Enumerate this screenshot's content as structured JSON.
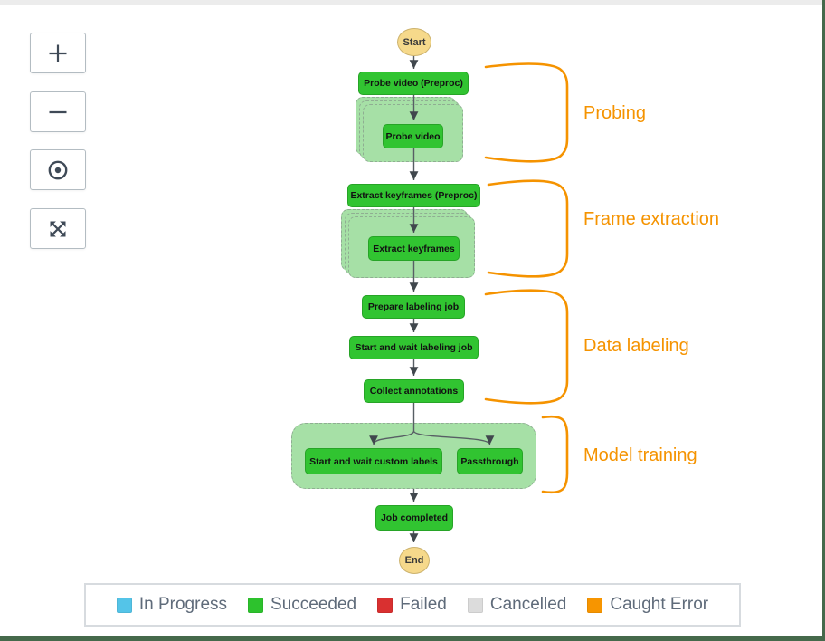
{
  "toolbar": {
    "buttons": [
      {
        "icon": "plus-icon",
        "action": "zoom-in"
      },
      {
        "icon": "minus-icon",
        "action": "zoom-out"
      },
      {
        "icon": "center-target-icon",
        "action": "center-view"
      },
      {
        "icon": "expand-arrows-icon",
        "action": "fit-view"
      }
    ]
  },
  "flow": {
    "start": "Start",
    "end": "End",
    "nodes": {
      "probe_video_preproc": "Probe video (Preproc)",
      "probe_video": "Probe video",
      "extract_keyframes_preproc": "Extract keyframes (Preproc)",
      "extract_keyframes": "Extract keyframes",
      "prepare_labeling_job": "Prepare labeling job",
      "start_wait_labeling_job": "Start and wait labeling job",
      "collect_annotations": "Collect annotations",
      "start_wait_custom_labels": "Start and wait custom labels",
      "passthrough": "Passthrough",
      "job_completed": "Job completed"
    }
  },
  "annotations": {
    "color": "#f59300",
    "groups": [
      {
        "label": "Probing"
      },
      {
        "label": "Frame extraction"
      },
      {
        "label": "Data labeling"
      },
      {
        "label": "Model training"
      }
    ]
  },
  "legend": {
    "items": [
      {
        "label": "In Progress",
        "color": "#54c4e8"
      },
      {
        "label": "Succeeded",
        "color": "#2dc22d"
      },
      {
        "label": "Failed",
        "color": "#d93030"
      },
      {
        "label": "Cancelled",
        "color": "#dcdcdc"
      },
      {
        "label": "Caught Error",
        "color": "#f79500"
      }
    ]
  },
  "colors": {
    "node_green": "#31c431",
    "map_fill": "#a6e0a6",
    "terminal_fill": "#f6d98b",
    "chrome_green": "#45694b"
  }
}
